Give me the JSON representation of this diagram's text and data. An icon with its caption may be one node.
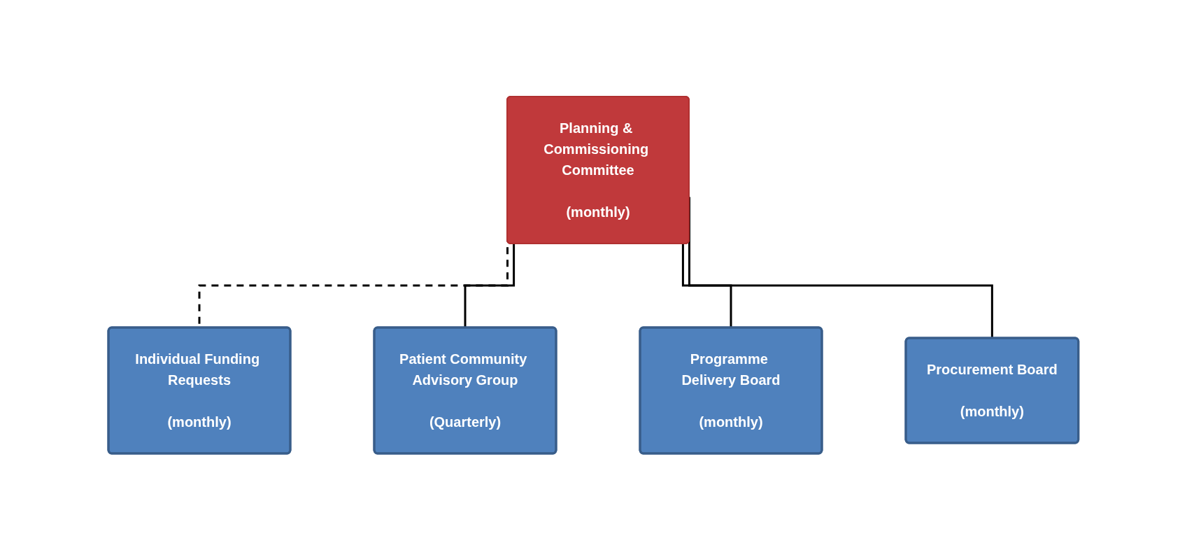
{
  "diagram": {
    "nodes": [
      {
        "text": [
          "Planning & Commissioning Committee",
          "(monthly)"
        ]
      },
      {
        "text": [
          "Individual Funding Requests",
          "(monthly)"
        ]
      },
      {
        "text": [
          "Patient Community Advisory Group",
          "(Quarterly)"
        ]
      },
      {
        "text": [
          "Programme Delivery Board",
          "(monthly)"
        ]
      },
      {
        "text": [
          "Procurement Board",
          "(monthly)"
        ]
      }
    ],
    "edges": [
      {
        "from": 0,
        "to": 1,
        "arrow": "none",
        "style": "dashed"
      },
      {
        "from": 0,
        "to": 2,
        "arrow": "none"
      },
      {
        "from": 0,
        "to": 3,
        "arrow": "none"
      },
      {
        "from": 0,
        "to": 4,
        "arrow": "none"
      }
    ]
  }
}
